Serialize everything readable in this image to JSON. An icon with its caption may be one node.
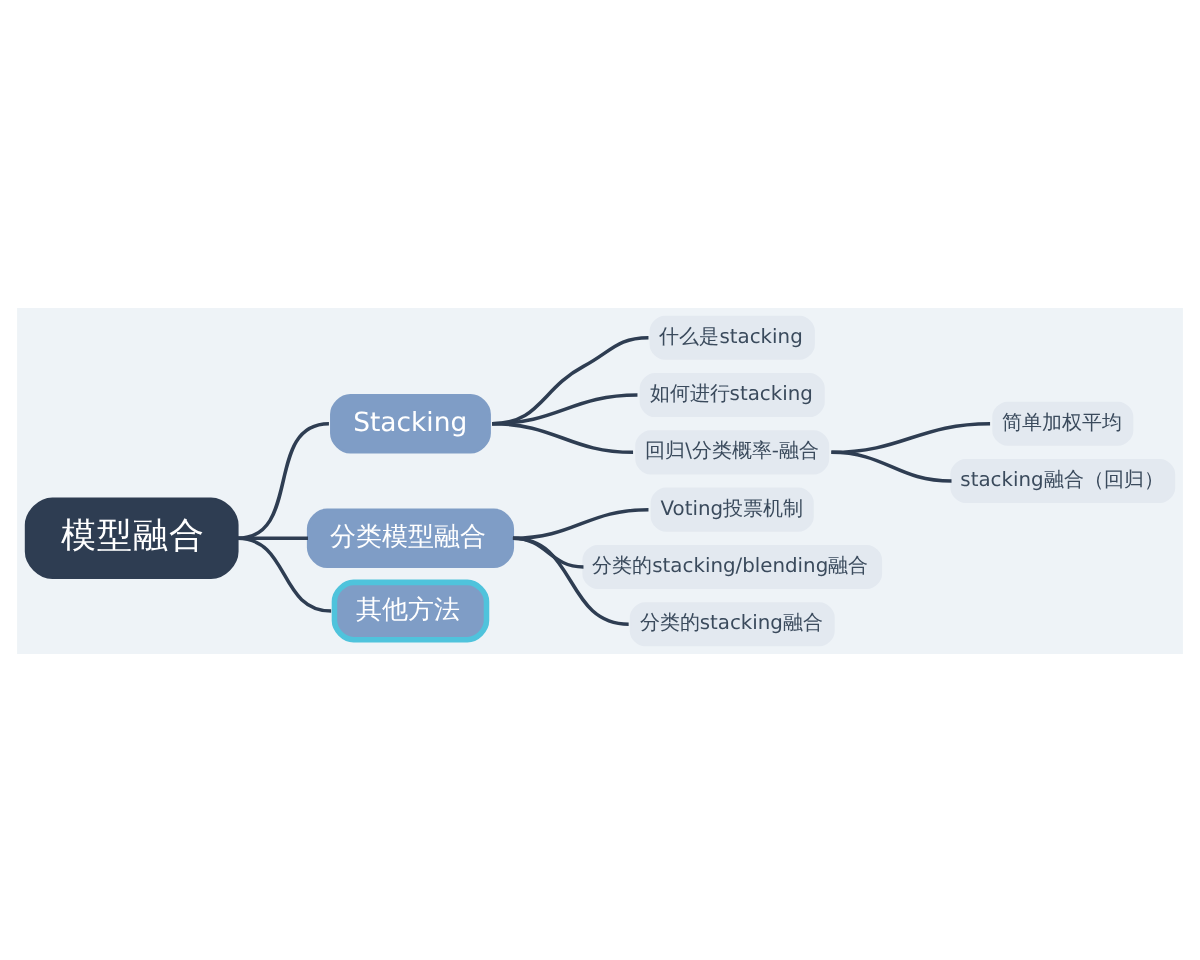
{
  "diagram": {
    "nodes": [
      {
        "text": [
          "模型融合"
        ]
      },
      {
        "text": [
          "Stacking"
        ]
      },
      {
        "text": [
          "什么是stacking"
        ]
      },
      {
        "text": [
          "如何进行stacking"
        ]
      },
      {
        "text": [
          "回归\\分类概率-融合"
        ]
      },
      {
        "text": [
          "简单加权平均"
        ]
      },
      {
        "text": [
          "stacking融合（回归）"
        ]
      },
      {
        "text": [
          "分类模型融合"
        ]
      },
      {
        "text": [
          "Voting投票机制"
        ]
      },
      {
        "text": [
          "分类的stacking/blending融合"
        ]
      },
      {
        "text": [
          "分类的stacking融合"
        ]
      },
      {
        "text": [
          "其他方法"
        ]
      }
    ],
    "edges": [
      {
        "from": 0,
        "to": 1,
        "arrow": "none"
      },
      {
        "from": 1,
        "to": 2,
        "arrow": "none"
      },
      {
        "from": 1,
        "to": 3,
        "arrow": "none"
      },
      {
        "from": 1,
        "to": 4,
        "arrow": "none"
      },
      {
        "from": 4,
        "to": 5,
        "arrow": "none"
      },
      {
        "from": 4,
        "to": 6,
        "arrow": "none"
      },
      {
        "from": 0,
        "to": 7,
        "arrow": "none"
      },
      {
        "from": 7,
        "to": 8,
        "arrow": "none"
      },
      {
        "from": 7,
        "to": 9,
        "arrow": "none"
      },
      {
        "from": 7,
        "to": 10,
        "arrow": "none"
      },
      {
        "from": 0,
        "to": 11,
        "arrow": "none"
      }
    ]
  }
}
